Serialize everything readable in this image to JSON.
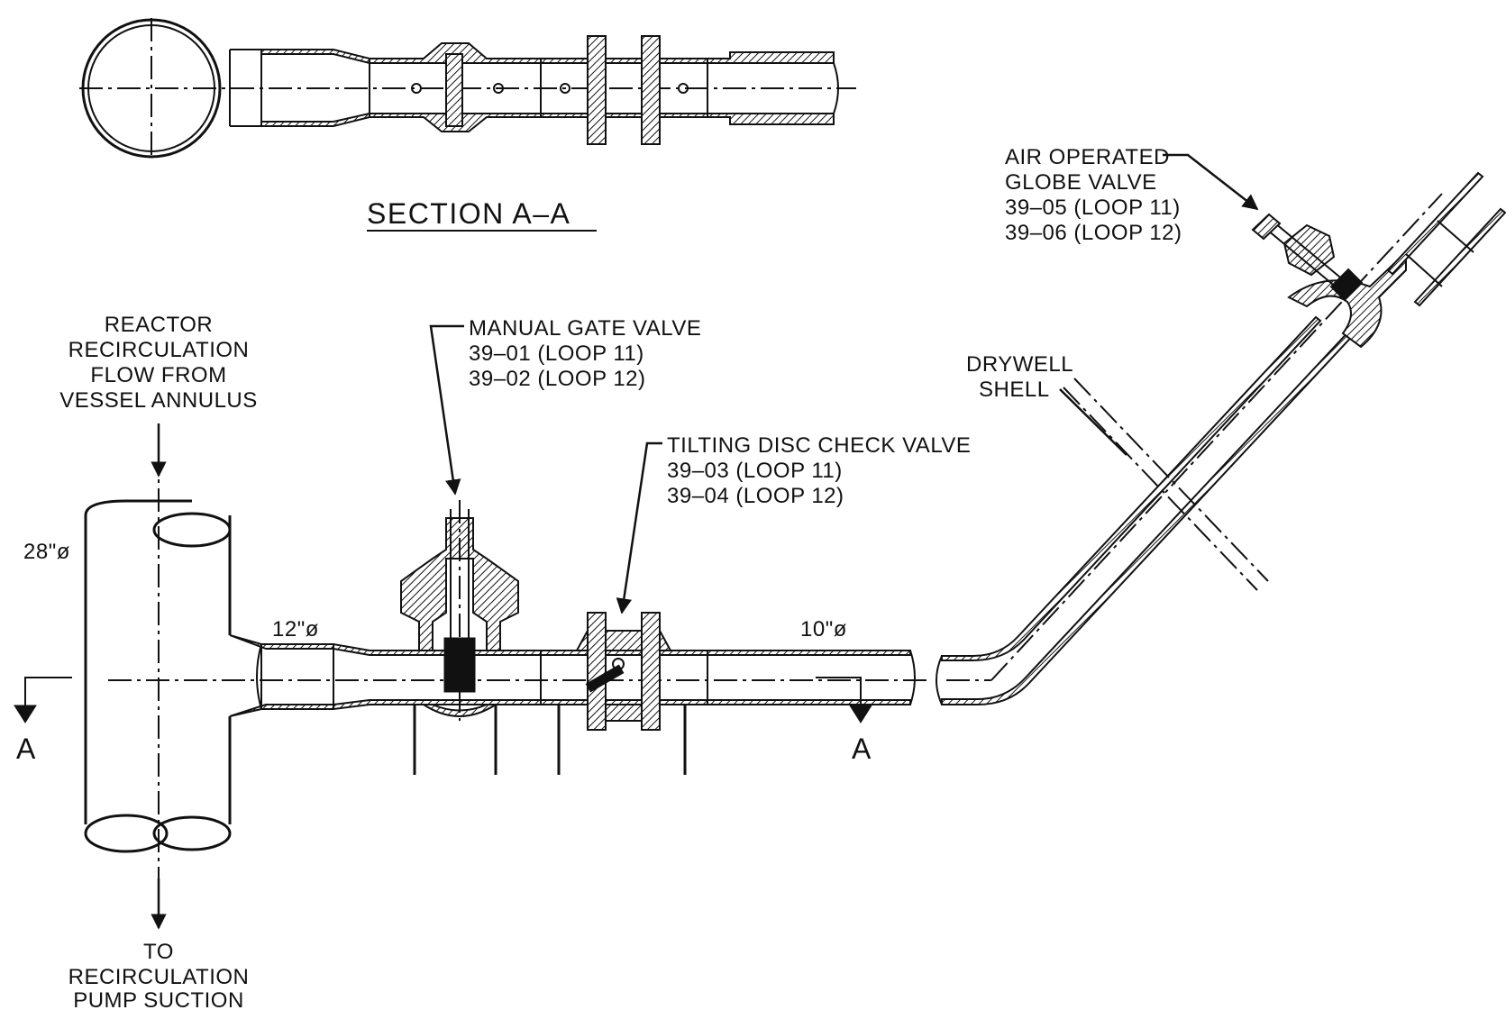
{
  "section_title": "SECTION A–A",
  "section_marker": "A",
  "labels": {
    "source": [
      "REACTOR",
      "RECIRCULATION",
      "FLOW FROM",
      "VESSEL ANNULUS"
    ],
    "destination": [
      "TO",
      "RECIRCULATION",
      "PUMP SUCTION"
    ],
    "gate_valve": [
      "MANUAL GATE VALVE",
      "39–01 (LOOP 11)",
      "39–02 (LOOP 12)"
    ],
    "check_valve": [
      "TILTING DISC CHECK VALVE",
      "39–03 (LOOP 11)",
      "39–04 (LOOP 12)"
    ],
    "globe_valve": [
      "AIR OPERATED",
      "GLOBE VALVE",
      "39–05 (LOOP 11)",
      "39–06 (LOOP 12)"
    ],
    "drywell": [
      "DRYWELL",
      "SHELL"
    ]
  },
  "dimensions": {
    "header_diameter": "28\"ø",
    "inlet_diameter": "12\"ø",
    "outlet_diameter": "10\"ø"
  },
  "colors": {
    "ink": "#111111",
    "background": "#ffffff"
  }
}
